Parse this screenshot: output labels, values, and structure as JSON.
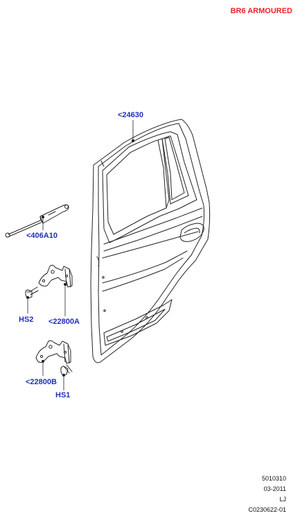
{
  "header": {
    "title": "BR6 ARMOURED",
    "title_color": "#e8222b"
  },
  "callouts": {
    "door": "<24630",
    "gas_strut": "<406A10",
    "hinge_lower_bolt": "HS2",
    "hinge_upper": "<22800A",
    "hinge_lower": "<22800B",
    "hinge_upper_bolt": "HS1",
    "color": "#1f2fb8"
  },
  "footer": {
    "code": "5010310",
    "date": "03-2011",
    "initials": "LJ",
    "drawing_number": "C0230622-01"
  }
}
